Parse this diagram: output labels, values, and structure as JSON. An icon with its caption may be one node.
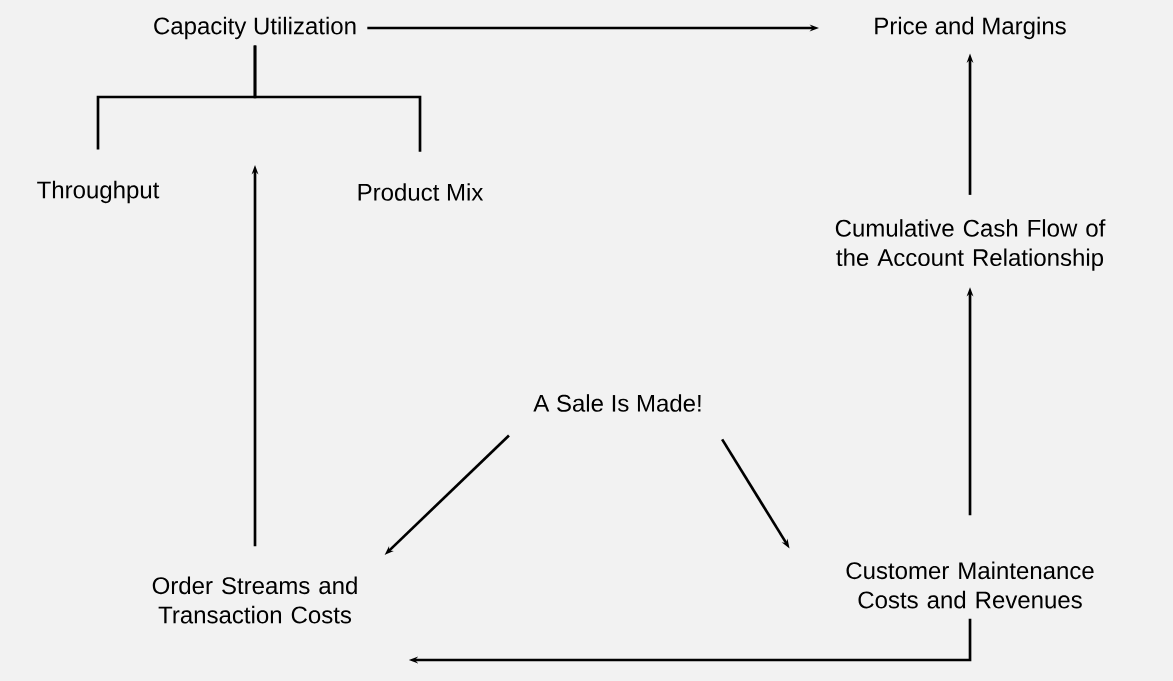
{
  "diagram": {
    "nodes": [
      {
        "text": [
          "Capacity Utilization"
        ]
      },
      {
        "text": [
          "Price and Margins"
        ]
      },
      {
        "text": [
          "Throughput"
        ]
      },
      {
        "text": [
          "Product Mix"
        ]
      },
      {
        "text": [
          "Cumulative Cash Flow of the Account Relationship"
        ]
      },
      {
        "text": [
          "A Sale Is Made!"
        ]
      },
      {
        "text": [
          "Order Streams and Transaction Costs"
        ]
      },
      {
        "text": [
          "Customer Maintenance Costs and Revenues"
        ]
      }
    ],
    "edges": [
      {
        "from": 0,
        "to": 1,
        "arrow": "to"
      },
      {
        "from": 0,
        "to": 2,
        "arrow": "none"
      },
      {
        "from": 0,
        "to": 3,
        "arrow": "none"
      },
      {
        "from": 6,
        "to": null,
        "arrow": "to"
      },
      {
        "from": 4,
        "to": 1,
        "arrow": "to"
      },
      {
        "from": 7,
        "to": 4,
        "arrow": "to"
      },
      {
        "from": 5,
        "to": 6,
        "arrow": "to"
      },
      {
        "from": 5,
        "to": 7,
        "arrow": "to"
      },
      {
        "from": 7,
        "to": 6,
        "arrow": "to"
      }
    ]
  }
}
